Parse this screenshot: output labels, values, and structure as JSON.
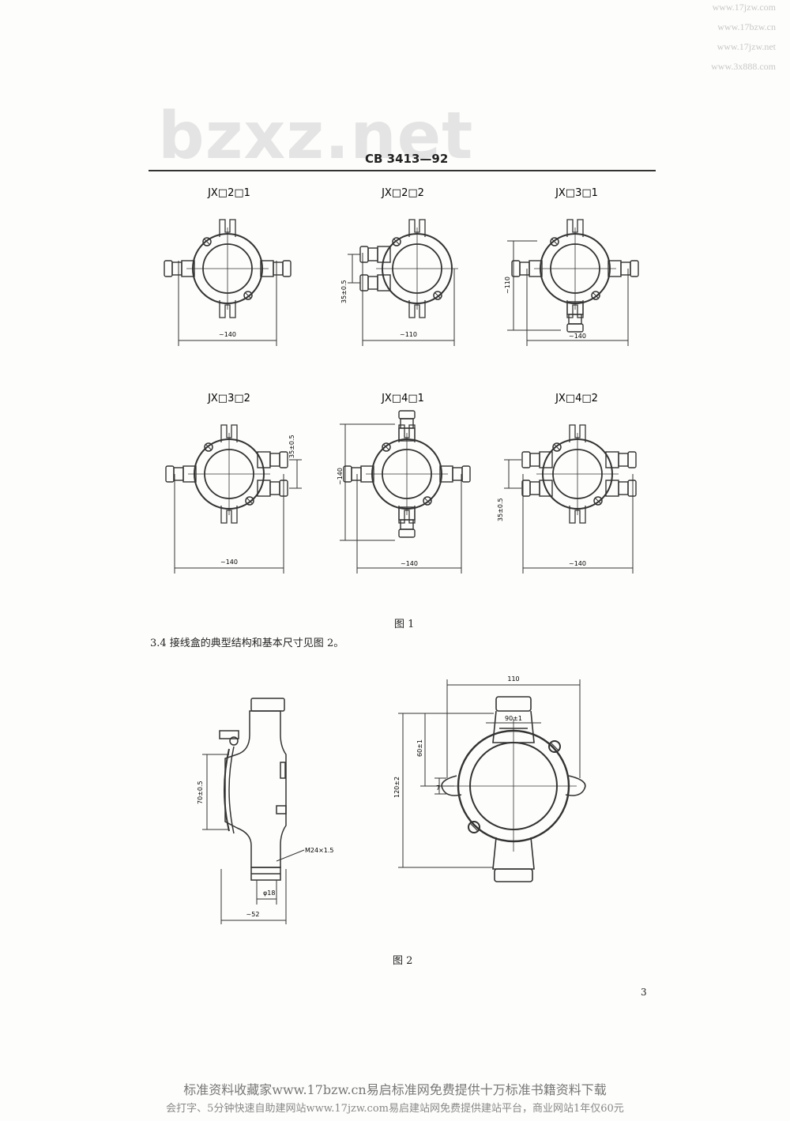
{
  "watermarks": {
    "top_right": [
      "www.17jzw.com",
      "www.17bzw.cn",
      "www.17jzw.net",
      "www.3x888.com"
    ],
    "site": "bzxz.net"
  },
  "header": {
    "standard_number": "CB 3413—92"
  },
  "figure1": {
    "labels": [
      "JX□2□1",
      "JX□2□2",
      "JX□3□1",
      "JX□3□2",
      "JX□4□1",
      "JX□4□2"
    ],
    "dims": {
      "d1_w": "~140",
      "d2_w": "~110",
      "d2_h": "35±0.5",
      "d3_w": "~140",
      "d3_h": "~110",
      "d4_w": "~140",
      "d4_h": "35±0.5",
      "d5_w": "~140",
      "d5_h": "~140",
      "d6_w": "~140",
      "d6_h": "35±0.5"
    },
    "caption": "图 1"
  },
  "section": {
    "text": "3.4  接线盒的典型结构和基本尺寸见图 2。"
  },
  "figure2": {
    "side": {
      "h": "70±0.5",
      "thread": "M24×1.5",
      "dia": "φ18",
      "w": "~52"
    },
    "front": {
      "top": "110",
      "inner": "90±1",
      "h60": "60±1",
      "h120": "120±2",
      "h7": "7"
    },
    "caption": "图 2"
  },
  "page_number": "3",
  "footer": {
    "line1": "标准资料收藏家www.17bzw.cn易启标准网免费提供十万标准书籍资料下载",
    "line2": "会打字、5分钟快速自助建网站www.17jzw.com易启建站网免费提供建站平台，商业网站1年仅60元"
  }
}
